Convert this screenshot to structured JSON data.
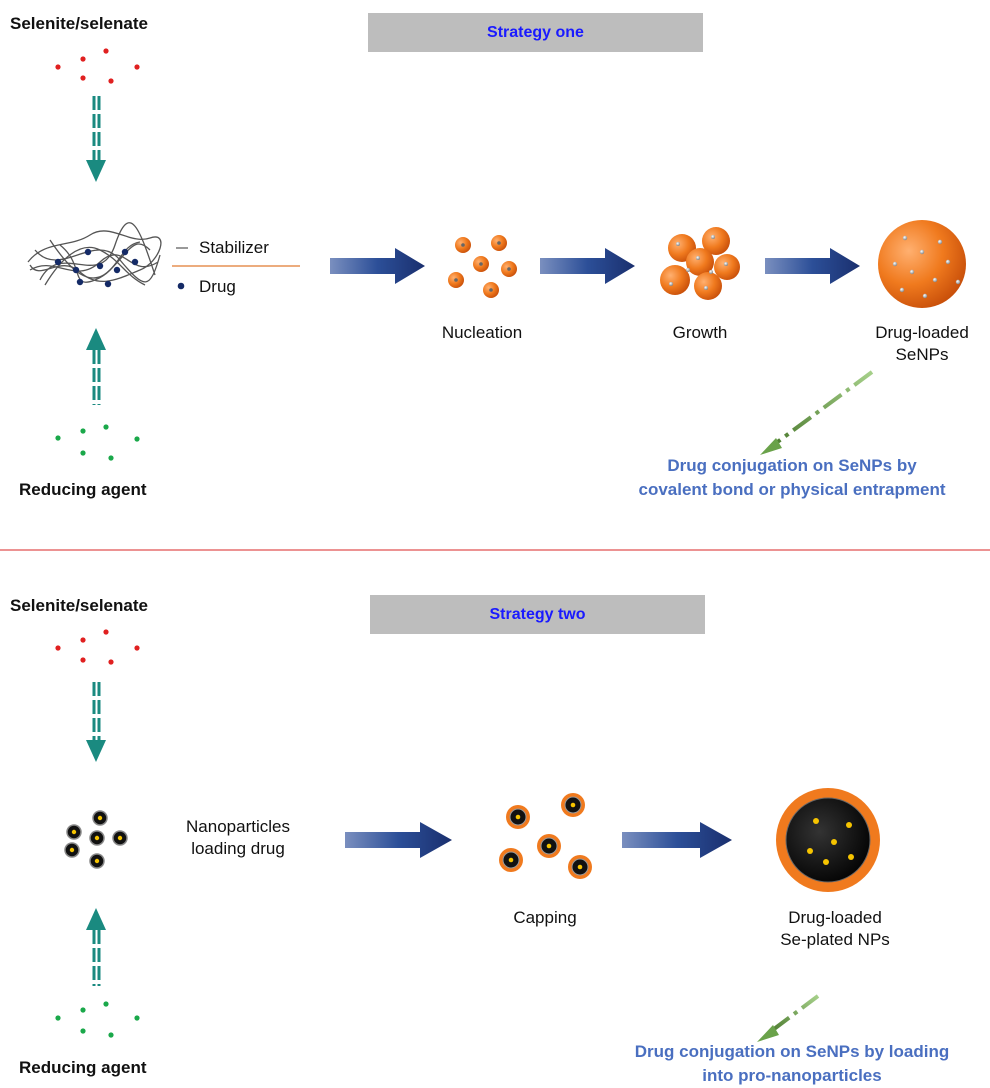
{
  "strategy_one": {
    "title": "Strategy one",
    "precursor_label": "Selenite/selenate",
    "reducer_label": "Reducing agent",
    "legend": {
      "stabilizer": "Stabilizer",
      "drug": "Drug"
    },
    "steps": [
      "Nucleation",
      "Growth",
      "Drug-loaded\nSeNPs"
    ],
    "conjugation": [
      "Drug conjugation on SeNPs by",
      "covalent bond or physical entrapment"
    ]
  },
  "strategy_two": {
    "title": "Strategy two",
    "precursor_label": "Selenite/selenate",
    "reducer_label": "Reducing agent",
    "template_label": [
      "Nanoparticles",
      "loading drug"
    ],
    "steps": [
      "Capping",
      "Drug-loaded",
      "Se-plated NPs"
    ],
    "conjugation": [
      "Drug conjugation on SeNPs by loading",
      "into pro-nanoparticles"
    ]
  },
  "colors": {
    "selenite_dot": "#e02020",
    "reducer_dot": "#1aa84a",
    "teal_arrow": "#1a8a80",
    "process_arrow": "#1f3a7a",
    "se_orange": "#f07a1e",
    "divider": "#e05050",
    "conjugation_text": "#4a6fc0",
    "dashdot_arrow": "#5a8a3a"
  }
}
